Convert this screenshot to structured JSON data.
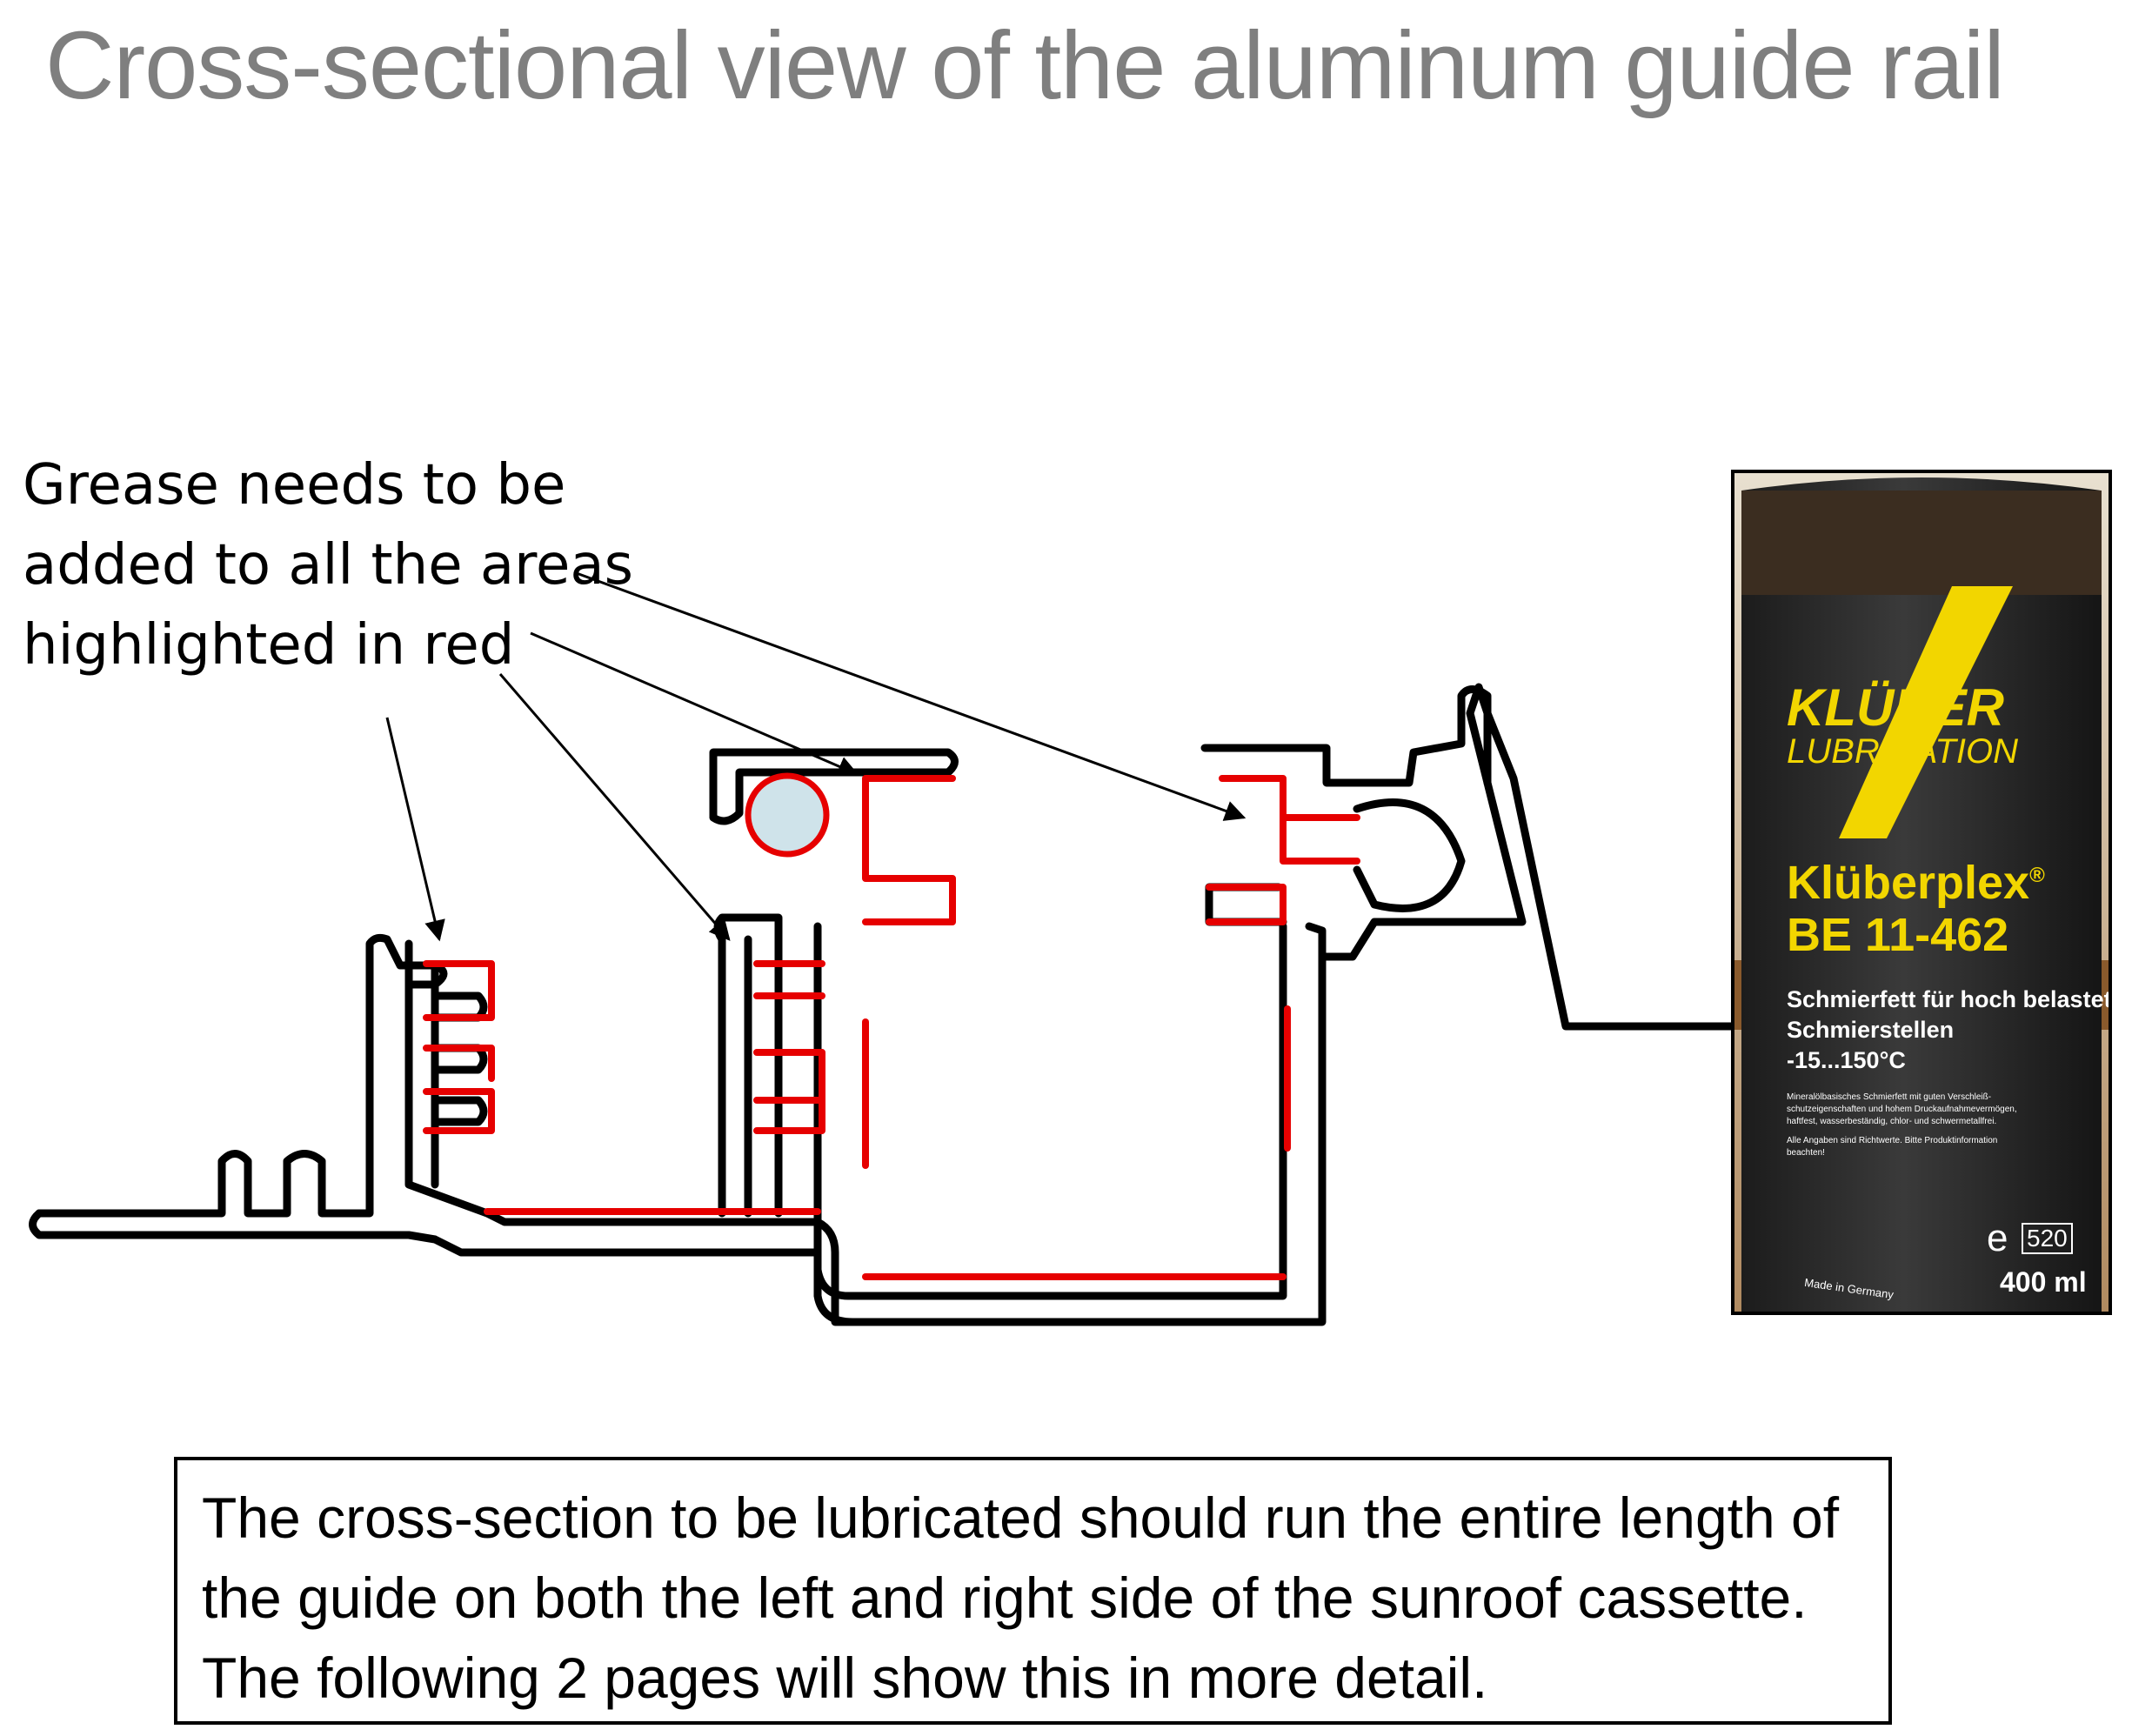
{
  "title": "Cross-sectional view of the aluminum guide rail",
  "callout": {
    "lines": [
      "Grease needs to be",
      "added to all the areas",
      "highlighted in red"
    ]
  },
  "note": {
    "lines": [
      "The cross-section to be lubricated should run the entire length of",
      "the guide on both the left and right side of the sunroof cassette.",
      "The following 2 pages will show this in more detail."
    ]
  },
  "product": {
    "brand": "KLÜBER",
    "brand_sub": "LUBRICATION",
    "name": "Klüberplex",
    "name_mark": "®",
    "code": "BE 11-462",
    "desc1": "Schmierfett für hoch belastete",
    "desc2": "Schmierstellen",
    "temp": "-15...150°C",
    "fine1": "Mineralölbasisches Schmierfett mit guten Verschleiß-",
    "fine2": "schutzeigenschaften und hohem Druckaufnahmevermögen,",
    "fine3": "haftfest, wasserbeständig, chlor- und schwermetallfrei.",
    "fine4": "Alle Angaben sind Richtwerte. Bitte Produktinformation",
    "fine5": "beachten!",
    "made": "Made in Germany",
    "estimate": "e",
    "box_num": "520",
    "volume": "400 ml"
  },
  "colors": {
    "highlight": "#e60000",
    "outline": "#000000",
    "title": "#7f7f7f",
    "can_body": "#2a2a2a",
    "brand_yellow": "#f2d600"
  }
}
